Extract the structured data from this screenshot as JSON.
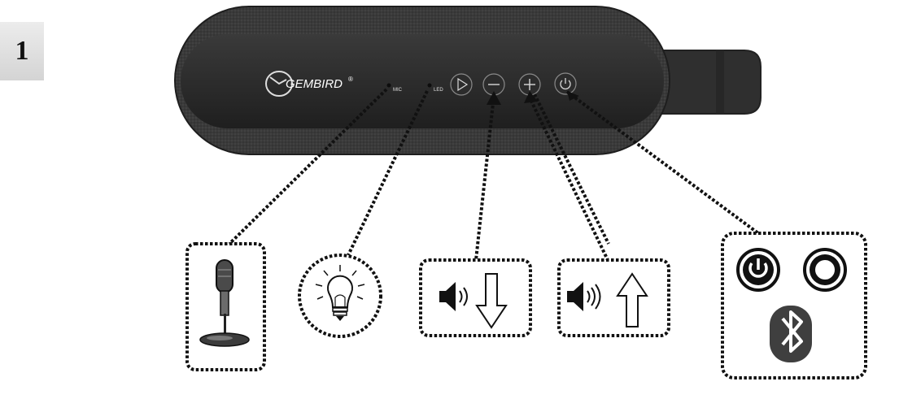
{
  "step": {
    "number": "1"
  },
  "device": {
    "brand": "GEMBIRD",
    "brand_mark": "®",
    "labels": {
      "mic": "MIC",
      "led": "LED"
    },
    "buttons": [
      {
        "name": "play-button",
        "icon": "play-icon"
      },
      {
        "name": "volume-down-button",
        "icon": "minus-icon"
      },
      {
        "name": "volume-up-button",
        "icon": "plus-icon"
      },
      {
        "name": "power-button",
        "icon": "power-icon"
      }
    ]
  },
  "callouts": [
    {
      "name": "microphone-callout",
      "icon": "microphone-icon"
    },
    {
      "name": "led-callout",
      "icon": "light-bulb-icon"
    },
    {
      "name": "volume-down-callout",
      "icons": [
        "speaker-icon",
        "arrow-down-icon"
      ]
    },
    {
      "name": "volume-up-callout",
      "icons": [
        "speaker-icon",
        "arrow-up-icon"
      ]
    },
    {
      "name": "power-bluetooth-callout",
      "icons": [
        "power-icon",
        "ring-icon",
        "bluetooth-icon"
      ]
    }
  ],
  "colors": {
    "body": "#2b2b2b",
    "fabric": "#3a3a3a",
    "line": "#111111"
  }
}
